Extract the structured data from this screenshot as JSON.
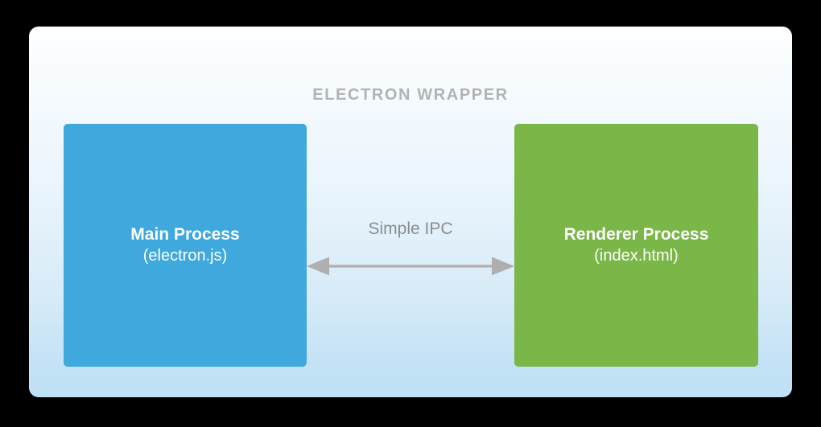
{
  "diagram": {
    "title": "ELECTRON WRAPPER",
    "background_color": "#000000",
    "panel_gradient_top": "#fdfeff",
    "panel_gradient_bottom": "#bee0f5",
    "title_color": "#b3b3b3",
    "nodes": [
      {
        "id": "main-process",
        "title": "Main Process",
        "subtitle": "(electron.js)",
        "color": "#3fa9dd",
        "text_color": "#ffffff"
      },
      {
        "id": "renderer-process",
        "title": "Renderer Process",
        "subtitle": "(index.html)",
        "color": "#7ab648",
        "text_color": "#ffffff"
      }
    ],
    "connector": {
      "label": "Simple IPC",
      "label_color": "#8a8d91",
      "line_color": "#afafaf",
      "arrow_style": "double-headed",
      "icon": "double-arrow-icon"
    }
  }
}
